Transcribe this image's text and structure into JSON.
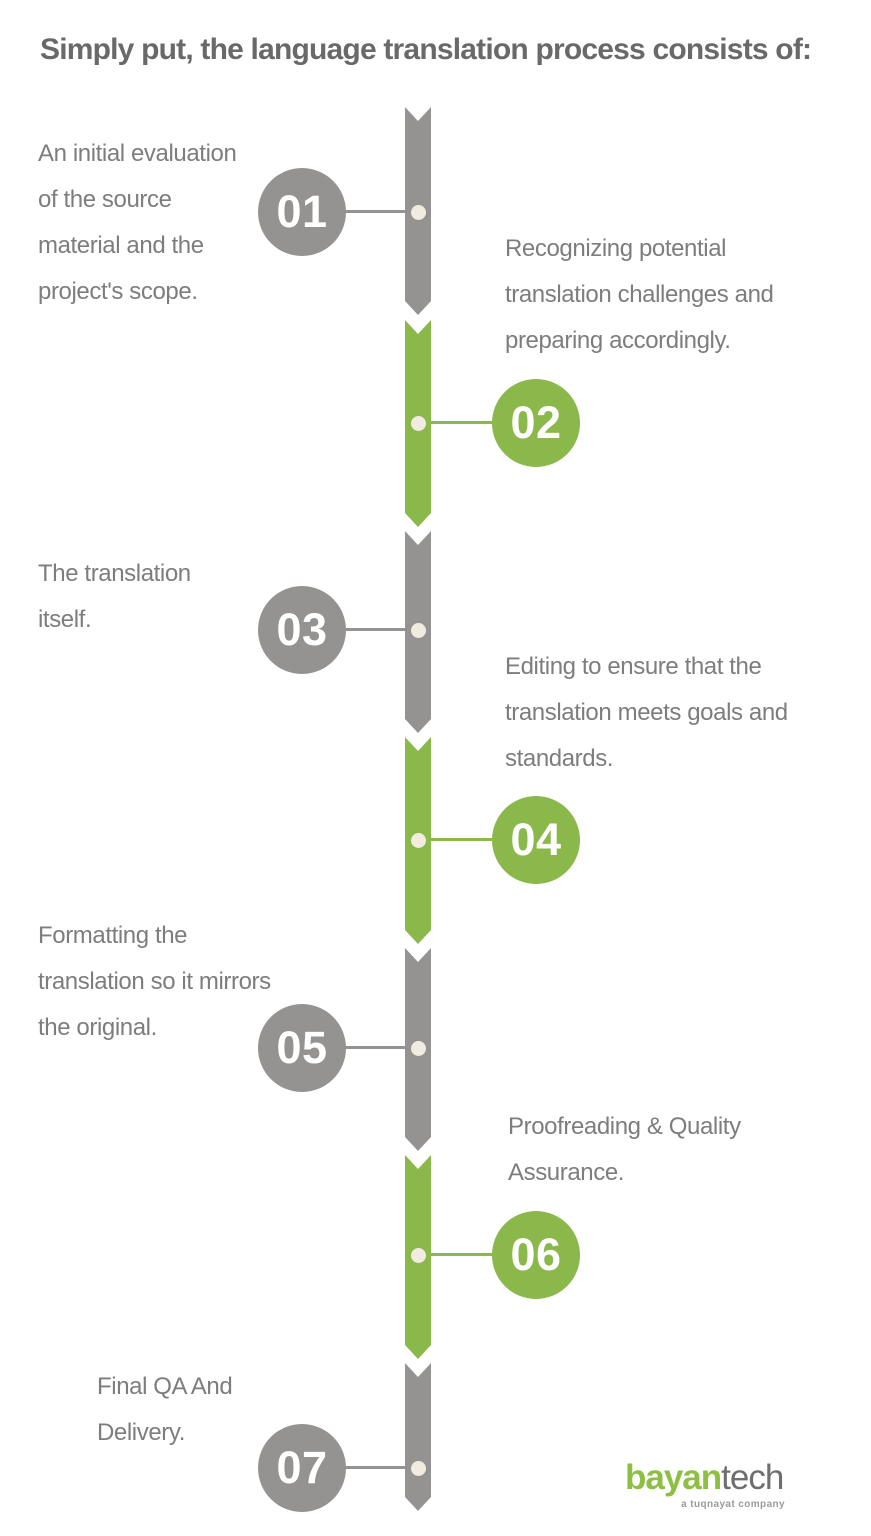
{
  "title": "Simply put, the language translation process consists of:",
  "steps": [
    {
      "number": "01",
      "color": "gray",
      "lines": [
        "An initial evaluation",
        "of the source",
        "material and the",
        "project's scope."
      ]
    },
    {
      "number": "02",
      "color": "green",
      "lines": [
        "Recognizing potential",
        "translation challenges and",
        "preparing accordingly."
      ]
    },
    {
      "number": "03",
      "color": "gray",
      "lines": [
        "The translation",
        "itself."
      ]
    },
    {
      "number": "04",
      "color": "green",
      "lines": [
        "Editing to ensure that the",
        "translation meets goals and",
        "standards."
      ]
    },
    {
      "number": "05",
      "color": "gray",
      "lines": [
        "Formatting the",
        "translation so it mirrors",
        "the original."
      ]
    },
    {
      "number": "06",
      "color": "green",
      "lines": [
        "Proofreading & Quality",
        "Assurance."
      ]
    },
    {
      "number": "07",
      "color": "gray",
      "lines": [
        "Final QA And",
        "Delivery."
      ]
    }
  ],
  "logo": {
    "text_primary": "bayan",
    "text_secondary": "tech",
    "tagline": "a tuqnayat company"
  },
  "colors": {
    "green": "#8ab84a",
    "gray": "#949391",
    "body_text": "#7d7d7d",
    "title_text": "#696969",
    "node_dot": "#f1ecdf",
    "logo_green": "#8cbf42",
    "logo_gray": "#6e6e6e"
  }
}
